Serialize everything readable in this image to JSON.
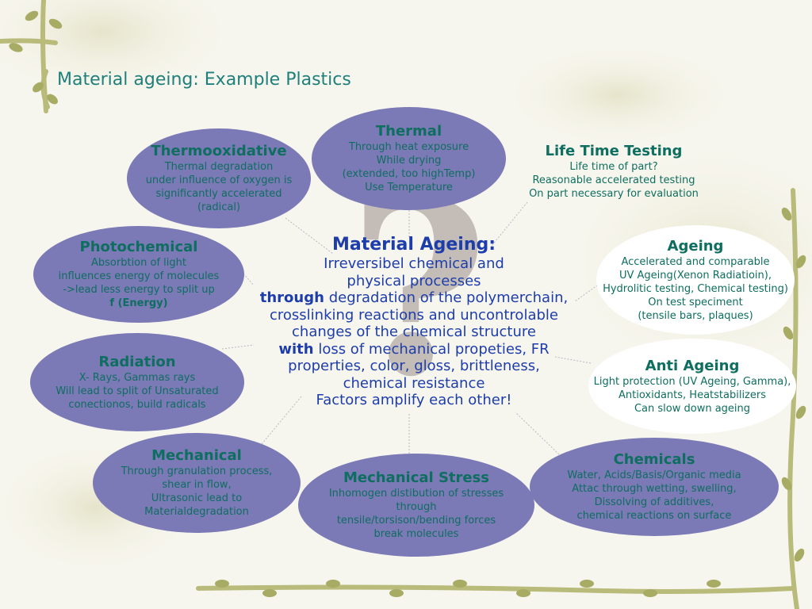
{
  "slide": {
    "title": "Material ageing: Example Plastics"
  },
  "center": {
    "heading": "Material Ageing:",
    "line1": "Irreversibel chemical and",
    "line2": "physical processes",
    "kw_through": "through",
    "line3_rest": "degradation of the polymerchain,",
    "line4": "crosslinking reactions and uncontrolable",
    "line5": "changes of the chemical structure",
    "kw_with": "with",
    "line6_rest": "loss of mechanical propeties, FR",
    "line7": "properties, color, gloss, brittleness,",
    "line8": "chemical resistance",
    "line9": "Factors amplify each other!",
    "symbol": "?"
  },
  "nodes": {
    "thermal": {
      "heading": "Thermal",
      "body": "Through heat exposure\nWhile drying\n(extended, too highTemp)\nUse Temperature"
    },
    "thermooxidative": {
      "heading": "Thermooxidative",
      "body": "Thermal degradation\nunder influence of oxygen is\nsignificantly accelerated\n(radical)"
    },
    "life_time": {
      "heading": "Life Time Testing",
      "body": "Life time of part?\nReasonable accelerated testing\nOn part necessary for evaluation"
    },
    "photochemical": {
      "heading": "Photochemical",
      "body": "Absorbtion of light\ninfluences energy of molecules\n->lead less energy to split up",
      "bold_line": "f (Energy)"
    },
    "ageing": {
      "heading": "Ageing",
      "body": "Accelerated and comparable\nUV Ageing(Xenon Radiatioin),\nHydrolitic testing, Chemical testing)\nOn test speciment\n(tensile bars, plaques)"
    },
    "radiation": {
      "heading": "Radiation",
      "body": "X- Rays, Gammas rays\nWill lead to split of Unsaturated\nconectionos, build radicals"
    },
    "anti_ageing": {
      "heading": "Anti Ageing",
      "body": "Light protection (UV Ageing, Gamma),\nAntioxidants, Heatstabilizers\nCan slow down ageing"
    },
    "mechanical": {
      "heading": "Mechanical",
      "body": "Through granulation process,\nshear in flow,\nUltrasonic lead to\nMaterialdegradation"
    },
    "mechanical_stress": {
      "heading": "Mechanical Stress",
      "body": "Inhomogen distibution of stresses\nthrough\ntensile/torsison/bending forces\nbreak molecules"
    },
    "chemicals": {
      "heading": "Chemicals",
      "body": "Water, Acids/Basis/Organic media\nAttac through wetting, swelling,\nDissolving of additives,\nchemical reactions on surface"
    }
  },
  "colors": {
    "node_fill": "#7b79b6",
    "text_teal": "#0e6e5f",
    "center_blue": "#1d3dab",
    "background": "#f7f6ee"
  }
}
